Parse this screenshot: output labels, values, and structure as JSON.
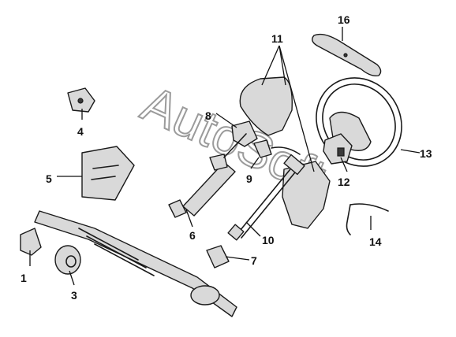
{
  "callouts": [
    {
      "id": "1",
      "label": "1"
    },
    {
      "id": "3",
      "label": "3"
    },
    {
      "id": "4",
      "label": "4"
    },
    {
      "id": "5",
      "label": "5"
    },
    {
      "id": "6",
      "label": "6"
    },
    {
      "id": "7",
      "label": "7"
    },
    {
      "id": "8",
      "label": "8"
    },
    {
      "id": "9",
      "label": "9"
    },
    {
      "id": "10",
      "label": "10"
    },
    {
      "id": "11",
      "label": "11"
    },
    {
      "id": "12",
      "label": "12"
    },
    {
      "id": "13",
      "label": "13"
    },
    {
      "id": "14",
      "label": "14"
    },
    {
      "id": "16",
      "label": "16"
    }
  ],
  "watermark": {
    "text": "AutoSoft"
  }
}
